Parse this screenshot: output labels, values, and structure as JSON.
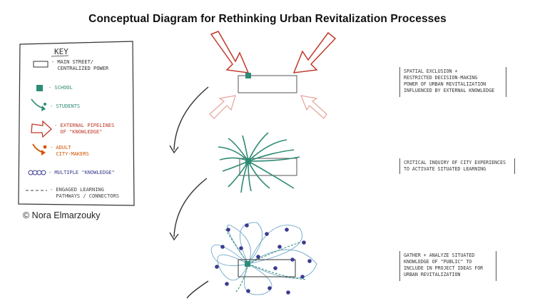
{
  "title": "Conceptual Diagram for Rethinking Urban Revitalization Processes",
  "key": {
    "heading": "KEY",
    "items": [
      {
        "symbol": "rectangle",
        "label": "- MAIN STREET/\n  CENTRALIZED POWER",
        "color": "#333333"
      },
      {
        "symbol": "green-square",
        "label": "- SCHOOL",
        "color": "#2e8b74"
      },
      {
        "symbol": "green-arrow",
        "label": "- STUDENTS",
        "color": "#2e8b74"
      },
      {
        "symbol": "red-arrow",
        "label": "- EXTERNAL PIPELINES\n  OF \"KNOWLEDGE\"",
        "color": "#c0392b"
      },
      {
        "symbol": "orange-person",
        "label": "- ADULT\n  CITY-MAKERS",
        "color": "#d35400"
      },
      {
        "symbol": "purple-circles",
        "label": "- MULTIPLE \"KNOWLEDGE\"",
        "color": "#3b3b8f"
      },
      {
        "symbol": "dashed-line",
        "label": "- ENGAGED LEARNING\n  PATHWAYS / CONNECTORS",
        "color": "#444444"
      }
    ]
  },
  "copyright": "© Nora Elmarzouky",
  "notes": [
    "SPATIAL EXCLUSION +\nRESTRICTED DECISION-MAKING\nPOWER OF URBAN REVITALIZATION\nINFLUENCED BY EXTERNAL KNOWLEDGE",
    "CRITICAL INQUIRY OF CITY EXPERIENCES\nTO ACTIVATE SITUATED LEARNING",
    "GATHER + ANALYZE SITUATED\nKNOWLEDGE OF \"PUBLIC\" TO\nINCLUDE IN PROJECT IDEAS FOR\nURBAN REVITALIZATION"
  ],
  "colors": {
    "red": "#c0392b",
    "teal": "#2e8b74",
    "orange": "#d35400",
    "purple": "#3b3b8f",
    "ink": "#333333"
  }
}
